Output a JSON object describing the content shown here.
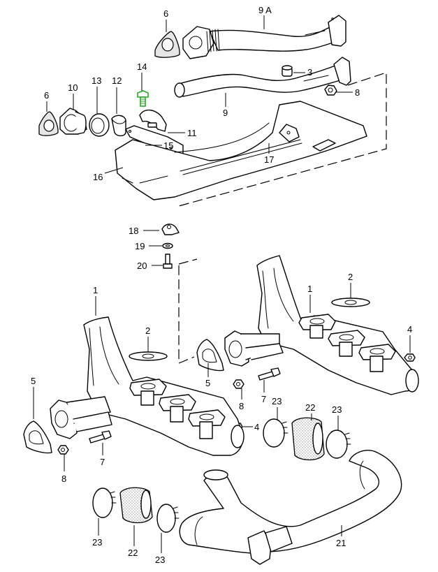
{
  "diagram": {
    "title": "Exhaust system exploded parts diagram",
    "highlight_color": "#2aa82a",
    "highlighted_part": "14",
    "callouts": [
      {
        "id": "c-9a",
        "label": "9 A",
        "part": "front pipe with flex section"
      },
      {
        "id": "c-6-top",
        "label": "6",
        "part": "gasket"
      },
      {
        "id": "c-14",
        "label": "14",
        "part": "bolt (highlighted)"
      },
      {
        "id": "c-3",
        "label": "3",
        "part": "sleeve"
      },
      {
        "id": "c-6-left",
        "label": "6",
        "part": "gasket"
      },
      {
        "id": "c-10",
        "label": "10",
        "part": "flange"
      },
      {
        "id": "c-13",
        "label": "13",
        "part": "sealing ring"
      },
      {
        "id": "c-12",
        "label": "12",
        "part": "ring"
      },
      {
        "id": "c-11",
        "label": "11",
        "part": "clamp"
      },
      {
        "id": "c-15",
        "label": "15",
        "part": "nut"
      },
      {
        "id": "c-9",
        "label": "9",
        "part": "pipe"
      },
      {
        "id": "c-8-top",
        "label": "8",
        "part": "nut"
      },
      {
        "id": "c-16",
        "label": "16",
        "part": "bracket"
      },
      {
        "id": "c-17",
        "label": "17",
        "part": "heat shield"
      },
      {
        "id": "c-18",
        "label": "18",
        "part": "clip"
      },
      {
        "id": "c-19",
        "label": "19",
        "part": "washer"
      },
      {
        "id": "c-20",
        "label": "20",
        "part": "screw"
      },
      {
        "id": "c-1-right",
        "label": "1",
        "part": "heat exchanger right"
      },
      {
        "id": "c-2-right",
        "label": "2",
        "part": "gasket"
      },
      {
        "id": "c-4-right",
        "label": "4",
        "part": "nut"
      },
      {
        "id": "c-1-left",
        "label": "1",
        "part": "heat exchanger left"
      },
      {
        "id": "c-2-left",
        "label": "2",
        "part": "gasket"
      },
      {
        "id": "c-5-mid",
        "label": "5",
        "part": "gasket"
      },
      {
        "id": "c-8-mid",
        "label": "8",
        "part": "nut"
      },
      {
        "id": "c-7-mid",
        "label": "7",
        "part": "bolt"
      },
      {
        "id": "c-5-left",
        "label": "5",
        "part": "gasket"
      },
      {
        "id": "c-4-mid",
        "label": "4",
        "part": "nut"
      },
      {
        "id": "c-7-left",
        "label": "7",
        "part": "bolt"
      },
      {
        "id": "c-8-left",
        "label": "8",
        "part": "nut"
      },
      {
        "id": "c-23-a",
        "label": "23",
        "part": "clamp"
      },
      {
        "id": "c-22-a",
        "label": "22",
        "part": "sleeve"
      },
      {
        "id": "c-23-b",
        "label": "23",
        "part": "clamp"
      },
      {
        "id": "c-23-c",
        "label": "23",
        "part": "clamp"
      },
      {
        "id": "c-22-b",
        "label": "22",
        "part": "sleeve"
      },
      {
        "id": "c-23-d",
        "label": "23",
        "part": "clamp"
      },
      {
        "id": "c-21",
        "label": "21",
        "part": "crossover pipe"
      }
    ]
  }
}
